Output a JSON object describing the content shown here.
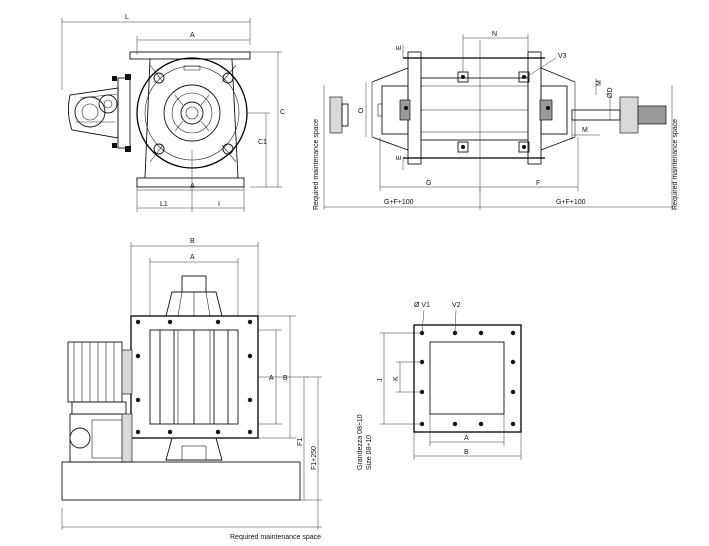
{
  "view_front": {
    "label_L": "L",
    "label_A_top": "A",
    "label_A_bottom": "A",
    "label_C": "C",
    "label_C1": "C1",
    "label_L1": "L1",
    "label_I": "I"
  },
  "view_side": {
    "label_E_top": "E",
    "label_E_bottom": "E",
    "label_N": "N",
    "label_V3": "V3",
    "label_M_vert": "M",
    "label_D": "ØD",
    "label_O": "O",
    "label_M": "M",
    "label_G": "G",
    "label_F": "F",
    "label_GF100_left": "G+F+100",
    "label_GF100_right": "G+F+100",
    "maint_left": "Required maintenance space",
    "maint_right": "Required maintenance space"
  },
  "view_top": {
    "label_B": "B",
    "label_A_top": "A",
    "label_A_right": "A",
    "label_B_right": "B",
    "label_F1": "F1",
    "label_F1_250": "F1+250",
    "maint_bottom": "Required maintenance space"
  },
  "view_flange": {
    "label_V1": "Ø V1",
    "label_V2": "V2",
    "label_J": "J",
    "label_K": "K",
    "label_A": "A",
    "label_B": "B",
    "size_it": "Grandezza 08÷10",
    "size_en": "Size 08÷10"
  }
}
